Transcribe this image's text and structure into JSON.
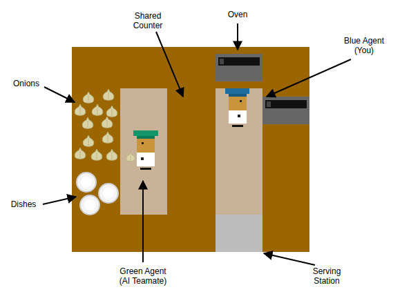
{
  "diagram": {
    "labels": [
      "Shared Counter",
      "Oven",
      "Blue Agent (You)",
      "Onions",
      "Dishes",
      "Green Agent (AI Teamate)",
      "Serving Station"
    ]
  }
}
